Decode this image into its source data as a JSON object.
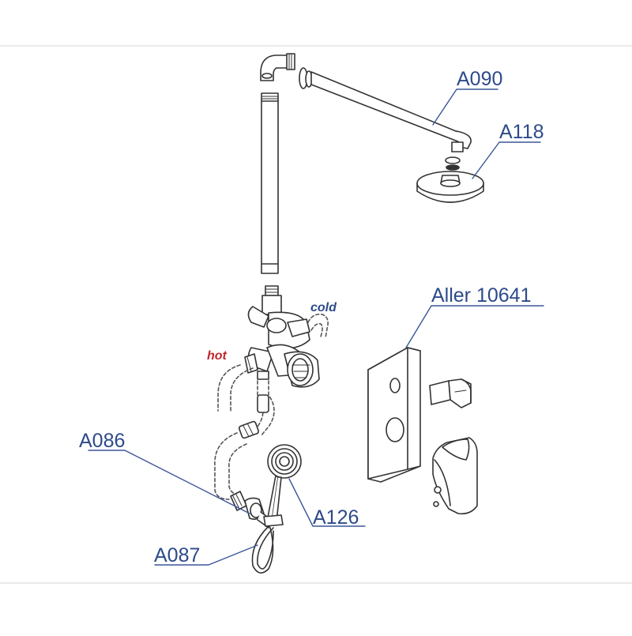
{
  "labels": {
    "shower_arm": "A090",
    "shower_head": "A118",
    "mixer_set": "Aller 10641",
    "wall_outlet": "A086",
    "hand_shower": "A126",
    "hose": "A087"
  },
  "flow": {
    "hot": "hot",
    "cold": "cold"
  },
  "colors": {
    "label_text": "#2d4a8a",
    "leader_line": "#3a5599",
    "hot_text": "#c0282d",
    "cold_text": "#2d4a8a",
    "outline": "#333333"
  }
}
